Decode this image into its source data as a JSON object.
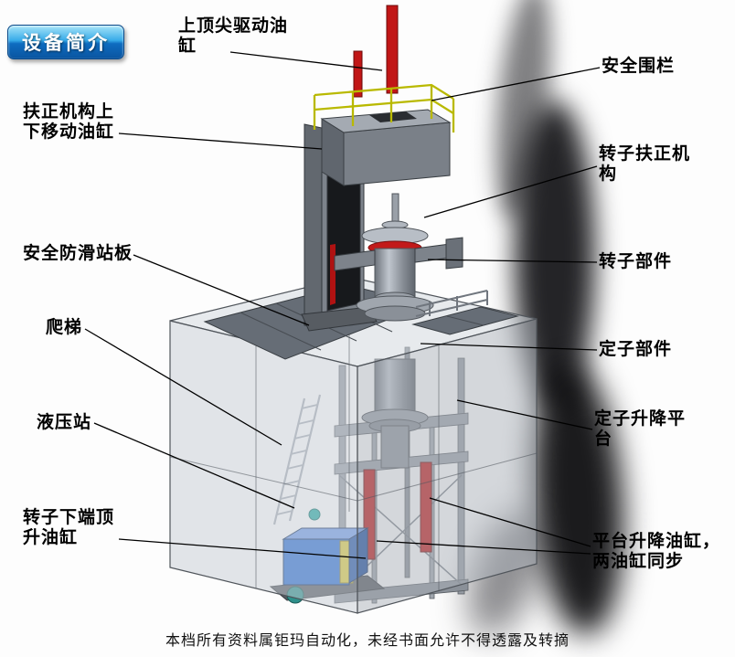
{
  "page": {
    "badge": "设备简介",
    "footer": "本档所有资料属钜玛自动化，未经书面允许不得透露及转摘"
  },
  "callouts": [
    {
      "id": "top-center-drive-cylinder",
      "text": "上顶尖驱动油缸"
    },
    {
      "id": "safety-fence",
      "text": "安全围栏"
    },
    {
      "id": "centering-mechanism-updown-cylinder",
      "text": "扶正机构上下移动油缸"
    },
    {
      "id": "rotor-centering-mechanism",
      "text": "转子扶正机构"
    },
    {
      "id": "anti-slip-standing-plate",
      "text": "安全防滑站板"
    },
    {
      "id": "rotor-part",
      "text": "转子部件"
    },
    {
      "id": "ladder",
      "text": "爬梯"
    },
    {
      "id": "stator-part",
      "text": "定子部件"
    },
    {
      "id": "hydraulic-station",
      "text": "液压站"
    },
    {
      "id": "stator-lifting-platform",
      "text": "定子升降平台"
    },
    {
      "id": "rotor-bottom-jack-cylinder",
      "text": "转子下端顶升油缸"
    },
    {
      "id": "platform-lift-cylinders",
      "text": "平台升降油缸，两油缸同步"
    }
  ],
  "colors": {
    "cylinder_red": "#c11616",
    "railing_yellow": "#b9b900",
    "hydraulic_blue": "#2b6fd4",
    "badge_blue": "#1678c8",
    "frame_gray": "#8a9098",
    "plate_dark_gray": "#666d76"
  }
}
